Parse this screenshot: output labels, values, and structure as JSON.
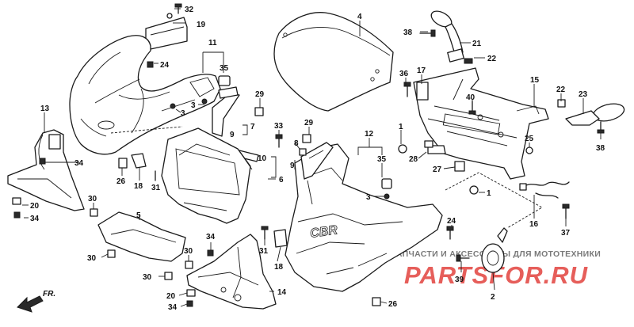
{
  "diagram": {
    "callouts": [
      {
        "id": "c32a",
        "text": "32"
      },
      {
        "id": "c19",
        "text": "19"
      },
      {
        "id": "c4",
        "text": "4"
      },
      {
        "id": "c38a",
        "text": "38"
      },
      {
        "id": "c21",
        "text": "21"
      },
      {
        "id": "c11",
        "text": "11"
      },
      {
        "id": "c24a",
        "text": "24"
      },
      {
        "id": "c35a",
        "text": "35"
      },
      {
        "id": "c22a",
        "text": "22"
      },
      {
        "id": "c36",
        "text": "36"
      },
      {
        "id": "c17",
        "text": "17"
      },
      {
        "id": "c15",
        "text": "15"
      },
      {
        "id": "c22b",
        "text": "22"
      },
      {
        "id": "c23",
        "text": "23"
      },
      {
        "id": "c40",
        "text": "40"
      },
      {
        "id": "c3a",
        "text": "3"
      },
      {
        "id": "c3b",
        "text": "3"
      },
      {
        "id": "c29a",
        "text": "29"
      },
      {
        "id": "c7",
        "text": "7"
      },
      {
        "id": "c9a",
        "text": "9"
      },
      {
        "id": "c13",
        "text": "13"
      },
      {
        "id": "c33",
        "text": "33"
      },
      {
        "id": "c29b",
        "text": "29"
      },
      {
        "id": "c12",
        "text": "12"
      },
      {
        "id": "c1a",
        "text": "1"
      },
      {
        "id": "c38b",
        "text": "38"
      },
      {
        "id": "c25",
        "text": "25"
      },
      {
        "id": "c8",
        "text": "8"
      },
      {
        "id": "c10",
        "text": "10"
      },
      {
        "id": "c9b",
        "text": "9"
      },
      {
        "id": "c35b",
        "text": "35"
      },
      {
        "id": "c28a",
        "text": "28"
      },
      {
        "id": "c27",
        "text": "27"
      },
      {
        "id": "c34a",
        "text": "34"
      },
      {
        "id": "c26a",
        "text": "26"
      },
      {
        "id": "c18a",
        "text": "18"
      },
      {
        "id": "c31a",
        "text": "31"
      },
      {
        "id": "c6",
        "text": "6"
      },
      {
        "id": "c3c",
        "text": "3"
      },
      {
        "id": "c1b",
        "text": "1"
      },
      {
        "id": "c20a",
        "text": "20"
      },
      {
        "id": "c34b",
        "text": "34"
      },
      {
        "id": "c30a",
        "text": "30"
      },
      {
        "id": "c5",
        "text": "5"
      },
      {
        "id": "c16",
        "text": "16"
      },
      {
        "id": "c37",
        "text": "37"
      },
      {
        "id": "c24b",
        "text": "24"
      },
      {
        "id": "c34c",
        "text": "34"
      },
      {
        "id": "c31b",
        "text": "31"
      },
      {
        "id": "c30b",
        "text": "30"
      },
      {
        "id": "c30c",
        "text": "30"
      },
      {
        "id": "c30d",
        "text": "30"
      },
      {
        "id": "c18b",
        "text": "18"
      },
      {
        "id": "c14",
        "text": "14"
      },
      {
        "id": "c20b",
        "text": "20"
      },
      {
        "id": "c34d",
        "text": "34"
      },
      {
        "id": "c26b",
        "text": "26"
      },
      {
        "id": "c39",
        "text": "39"
      },
      {
        "id": "c2",
        "text": "2"
      }
    ],
    "decal_text": "CBR",
    "front_arrow_label": "FR."
  },
  "watermark": {
    "caption": "ЗАПЧАСТИ И АКСЕССУАРЫ ДЛЯ МОТОТЕХНИКИ",
    "logo_text": "PARTSFOR.RU",
    "logo_color": "#e2433e"
  }
}
